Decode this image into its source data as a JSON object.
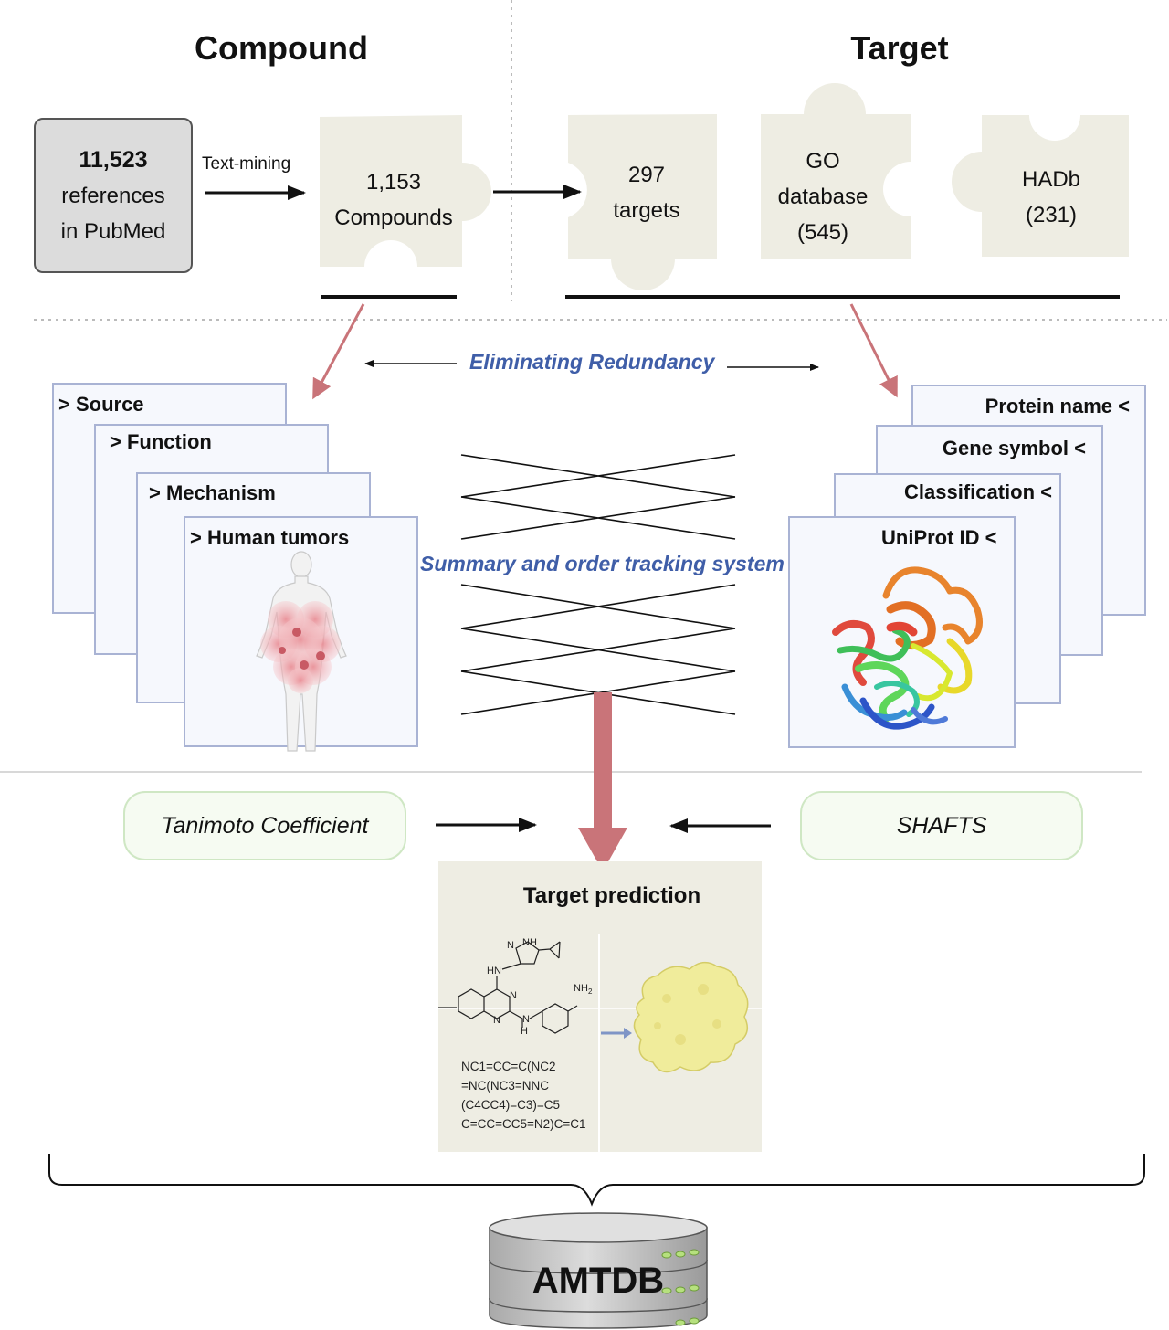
{
  "headers": {
    "compound": "Compound",
    "target": "Target"
  },
  "pubmed": {
    "count": "11,523",
    "line1": "references",
    "line2": "in PubMed"
  },
  "text_mining": "Text-mining",
  "compounds_piece": {
    "line1": "1,153",
    "line2": "Compounds"
  },
  "targets_piece": {
    "line1": "297",
    "line2": "targets"
  },
  "go_piece": {
    "line1": "GO",
    "line2": "database",
    "line3": "(545)"
  },
  "hadb_piece": {
    "line1": "HADb",
    "line2": "(231)"
  },
  "eliminating_redundancy": "Eliminating Redundancy",
  "summary_system": "Summary and order tracking system",
  "compound_cards": [
    "> Source",
    "> Function",
    "> Mechanism",
    "> Human tumors"
  ],
  "target_cards": [
    "Protein name <",
    "Gene symbol <",
    "Classification <",
    "UniProt ID <"
  ],
  "tanimoto": "Tanimoto Coefficient",
  "shafts": "SHAFTS",
  "prediction": {
    "title": "Target prediction",
    "atoms": {
      "n": "N",
      "nh": "NH",
      "hn": "HN",
      "h": "H",
      "nh2": "NH",
      "nh2_sub": "2"
    },
    "smiles": [
      "NC1=CC=C(NC2",
      "=NC(NC3=NNC",
      "(C4CC4)=C3)=C5",
      "C=CC=CC5=N2)C=C1"
    ]
  },
  "database": "AMTDB",
  "colors": {
    "puzzle": "#eeede3",
    "arrow_red": "#c97479",
    "italic_blue": "#3f5ea8",
    "card_border": "#a9b3d4",
    "pill_border": "#cfe7c4",
    "db_gray": "#c8c8c8"
  }
}
